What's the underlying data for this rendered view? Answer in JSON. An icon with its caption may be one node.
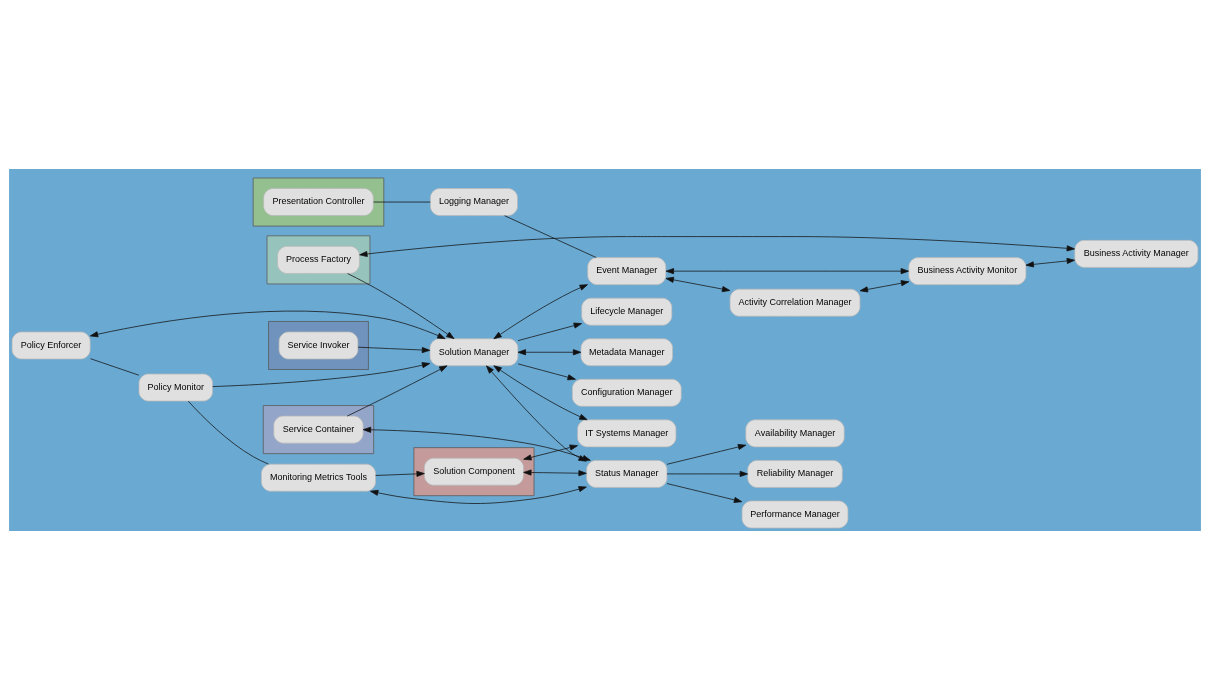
{
  "diagram": {
    "nodes": [
      {
        "text": [],
        "shape": "bar"
      },
      {
        "text": [
          "Presentation Controller"
        ],
        "in": 0
      },
      {
        "text": [],
        "shape": "bar"
      },
      {
        "text": [
          "Process Factory"
        ],
        "in": 2
      },
      {
        "text": [],
        "shape": "bar"
      },
      {
        "text": [
          "Service Container"
        ],
        "in": 4
      },
      {
        "text": [],
        "shape": "bar"
      },
      {
        "text": [
          "Service Invoker"
        ],
        "in": 6
      },
      {
        "text": [],
        "shape": "bar"
      },
      {
        "text": [
          "Solution Component"
        ],
        "in": 8
      },
      {
        "text": [
          "Activity Correlation Manager"
        ]
      },
      {
        "text": [
          "Business Activity Monitor"
        ]
      },
      {
        "text": [
          "Business Activity Manager"
        ]
      },
      {
        "text": [
          "Logging Manager"
        ]
      },
      {
        "text": [
          "Event Manager"
        ]
      },
      {
        "text": [
          "Lifecycle Manager"
        ]
      },
      {
        "text": [
          "Metadata Manager"
        ]
      },
      {
        "text": [
          "Policy Enforcer"
        ]
      },
      {
        "text": [
          "Solution Manager"
        ]
      },
      {
        "text": [
          "Policy Monitor"
        ]
      },
      {
        "text": [
          "Monitoring Metrics Tools"
        ]
      },
      {
        "text": [
          "Status Manager"
        ]
      },
      {
        "text": [
          "Configuration Manager"
        ]
      },
      {
        "text": [
          "IT Systems Manager"
        ]
      },
      {
        "text": [
          "Availability Manager"
        ]
      },
      {
        "text": [
          "Reliability Manager"
        ]
      },
      {
        "text": [
          "Performance Manager"
        ]
      }
    ],
    "edges": [
      {
        "from": 10,
        "to": 11,
        "arrow": "both"
      },
      {
        "from": 11,
        "to": 12,
        "arrow": "both"
      },
      {
        "from": 1,
        "to": 13,
        "arrow": "none"
      },
      {
        "from": 13,
        "to": 14,
        "arrow": "none"
      },
      {
        "from": 3,
        "to": 12,
        "arrow": "both"
      },
      {
        "from": 14,
        "to": 10,
        "arrow": "both"
      },
      {
        "from": 14,
        "to": 11,
        "arrow": "both"
      },
      {
        "from": 3,
        "to": 18,
        "arrow": "to"
      },
      {
        "from": 18,
        "to": 14,
        "arrow": "both"
      },
      {
        "from": 17,
        "to": 18,
        "arrow": "both"
      },
      {
        "from": 5,
        "to": 18,
        "arrow": "to"
      },
      {
        "from": 17,
        "to": 19,
        "arrow": "none"
      },
      {
        "from": 7,
        "to": 18,
        "arrow": "to"
      },
      {
        "from": 19,
        "to": 18,
        "arrow": "to"
      },
      {
        "from": 19,
        "to": 20,
        "arrow": "none"
      },
      {
        "from": 18,
        "to": 15,
        "arrow": "to"
      },
      {
        "from": 18,
        "to": 16,
        "arrow": "both"
      },
      {
        "from": 18,
        "to": 21,
        "arrow": "both"
      },
      {
        "from": 18,
        "to": 22,
        "arrow": "to"
      },
      {
        "from": 18,
        "to": 23,
        "arrow": "both"
      },
      {
        "from": 20,
        "to": 21,
        "arrow": "both"
      },
      {
        "from": 5,
        "to": 21,
        "arrow": "both"
      },
      {
        "from": 9,
        "to": 21,
        "arrow": "both"
      },
      {
        "from": 20,
        "to": 9,
        "arrow": "to"
      },
      {
        "from": 9,
        "to": 23,
        "arrow": "both"
      },
      {
        "from": 21,
        "to": 24,
        "arrow": "to"
      },
      {
        "from": 21,
        "to": 25,
        "arrow": "to"
      },
      {
        "from": 21,
        "to": 26,
        "arrow": "to"
      }
    ]
  }
}
